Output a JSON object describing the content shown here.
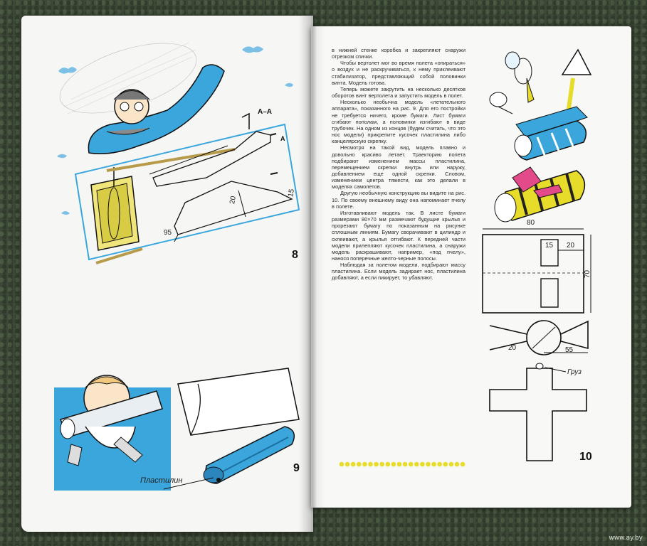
{
  "book": {
    "left_page": {
      "figure_8_label": "8",
      "figure_9_label": "9",
      "section_label": "А–А",
      "arrow_label_a": "А",
      "dimensions": [
        "20",
        "15",
        "95"
      ],
      "plasticine_label": "Пластилин"
    },
    "right_page": {
      "figure_10_label": "10",
      "paragraphs": [
        "в нижней стенке коробка и закрепляют снаружи отрезком спички.",
        "Чтобы вертолет мог во время полета «опираться» о воздух и не раскручиваться, к нему приклеивают стабилизатор, представляющий собой половинки винта. Модель готова.",
        "Теперь можете закрутить на несколько десятков оборотов винт вертолета и запустить модель в полет.",
        "Несколько необычна модель «летательного аппарата», показанного на рис. 9. Для его постройки не требуется ничего, кроме бумаги. Лист бумаги сгибают пополам, а половинки изгибают в виде трубочек. На одном из концов (будем считать, что это нос модели) прикрепите кусочек пластилина либо канцелярскую скрепку.",
        "Несмотря на такой вид, модель плавно и довольно красиво летает. Траекторию полета подбирают изменением массы пластилина, перемещением скрепки внутрь или наружу, добавлением еще одной скрепки. Словом, изменением центра тяжести, как это делали в моделях самолетов.",
        "Другую необычную конструкцию вы видите на рис. 10. По своему внешнему виду она напоминает пчелу в полете.",
        "Изготавливают модель так. В листе бумаги размерами 80×70 мм размечают будущие крылья и прорезают бумагу по показанным на рисунке сплошным линиям. Бумагу сворачивают в цилиндр и склеивают, а крылья отгибают. К передней части модели прилепляют кусочек пластилина, а снаружи модель раскрашивают, например, «под пчелу», нанося поперечные желто-черные полосы.",
        "Наблюдая за полетом модели, подбирают массу пластилина. Если модель задирает нос, пластилина добавляют, а если пикирует, то убавляют."
      ],
      "dimensions": {
        "width": "80",
        "height": "70",
        "cut_a": "15",
        "cut_b": "20",
        "diameter": "20",
        "span": "55"
      },
      "weight_label": "Груз"
    },
    "watermark": "www.ay.by"
  },
  "colors": {
    "accent_blue": "#3aa6dc",
    "accent_yellow": "#e8dc2a",
    "accent_pink": "#e24a8a",
    "page": "#f6f7f5"
  }
}
